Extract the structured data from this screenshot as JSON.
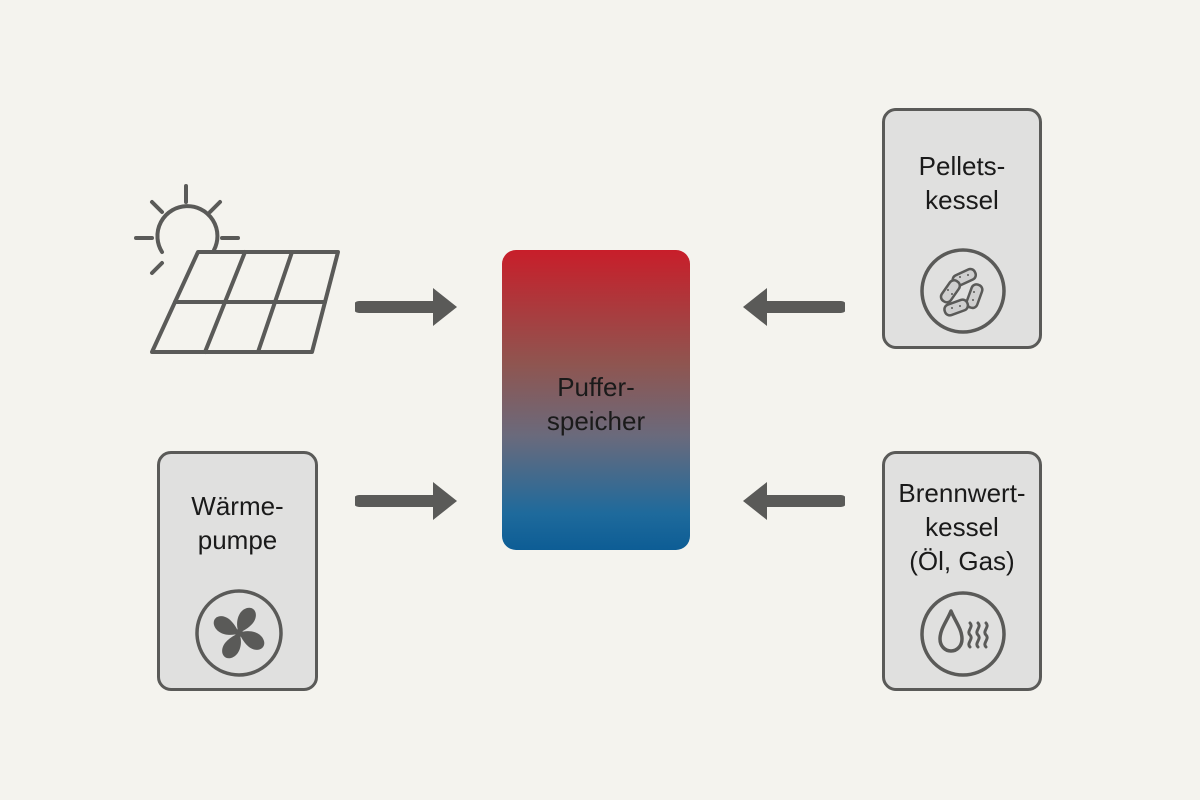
{
  "diagram": {
    "center": {
      "label": "Puffer-\nspeicher"
    },
    "sources": [
      {
        "id": "solar",
        "label": "",
        "icon": "solar-panel-icon"
      },
      {
        "id": "pellets",
        "label": "Pellets-\nkessel",
        "icon": "pellets-icon"
      },
      {
        "id": "heatpump",
        "label": "Wärme-\npumpe",
        "icon": "fan-icon"
      },
      {
        "id": "condensing",
        "label": "Brennwert-\nkessel\n(Öl, Gas)",
        "icon": "oil-gas-icon"
      }
    ],
    "colors": {
      "background": "#f4f3ee",
      "card_fill": "#e0e0df",
      "stroke": "#5a5a58",
      "tank_top": "#c81e2a",
      "tank_bottom": "#0d5d95"
    }
  }
}
